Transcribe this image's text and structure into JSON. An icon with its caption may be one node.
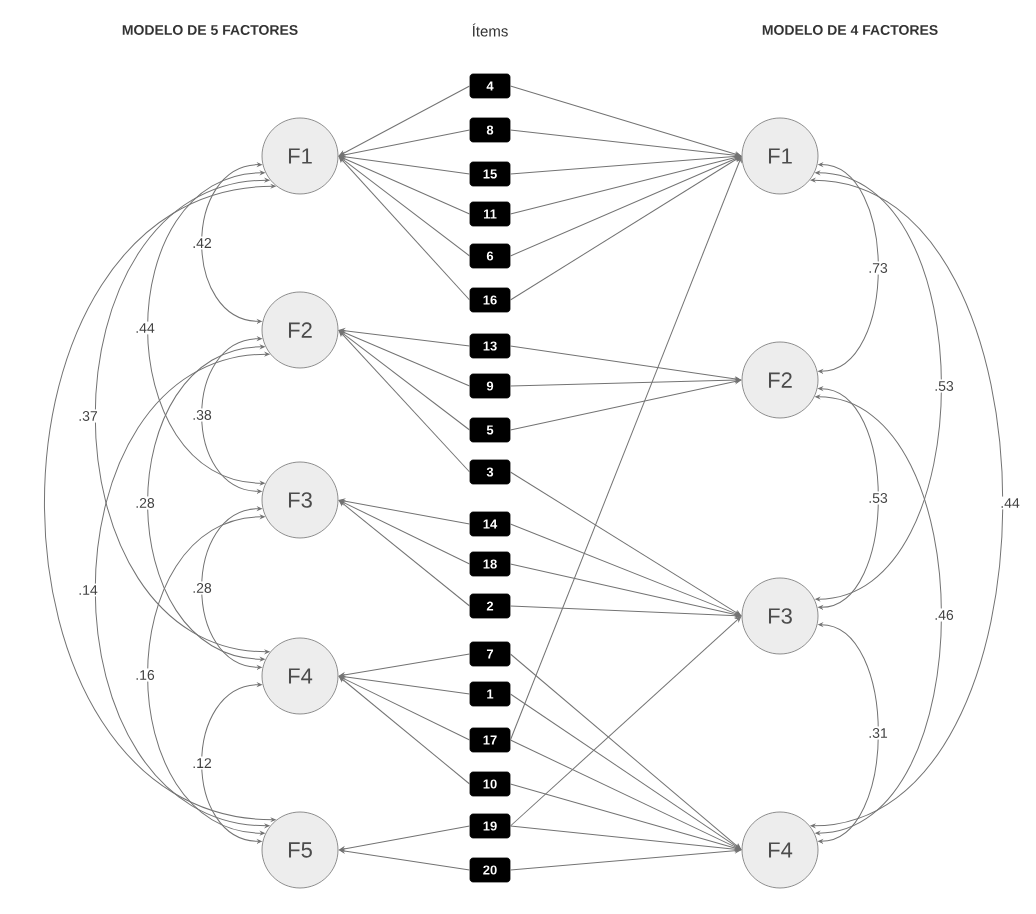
{
  "diagram": {
    "nodes": [
      {
        "text": [
          "F1"
        ]
      },
      {
        "text": [
          "F2"
        ]
      },
      {
        "text": [
          "F3"
        ]
      },
      {
        "text": [
          "F4"
        ]
      },
      {
        "text": [
          "F5"
        ]
      },
      {
        "text": [
          "4"
        ]
      },
      {
        "text": [
          "8"
        ]
      },
      {
        "text": [
          "15"
        ]
      },
      {
        "text": [
          "11"
        ]
      },
      {
        "text": [
          "6"
        ]
      },
      {
        "text": [
          "16"
        ]
      },
      {
        "text": [
          "13"
        ]
      },
      {
        "text": [
          "9"
        ]
      },
      {
        "text": [
          "5"
        ]
      },
      {
        "text": [
          "3"
        ]
      },
      {
        "text": [
          "14"
        ]
      },
      {
        "text": [
          "18"
        ]
      },
      {
        "text": [
          "2"
        ]
      },
      {
        "text": [
          "7"
        ]
      },
      {
        "text": [
          "1"
        ]
      },
      {
        "text": [
          "17"
        ]
      },
      {
        "text": [
          "10"
        ]
      },
      {
        "text": [
          "19"
        ]
      },
      {
        "text": [
          "20"
        ]
      },
      {
        "text": [
          "F1"
        ]
      },
      {
        "text": [
          "F2"
        ]
      },
      {
        "text": [
          "F3"
        ]
      },
      {
        "text": [
          "F4"
        ]
      }
    ],
    "edges": [
      {
        "from": 5,
        "to": 0,
        "arrow": "to"
      },
      {
        "from": 6,
        "to": 0,
        "arrow": "to"
      },
      {
        "from": 7,
        "to": 0,
        "arrow": "to"
      },
      {
        "from": 8,
        "to": 0,
        "arrow": "to"
      },
      {
        "from": 9,
        "to": 0,
        "arrow": "to"
      },
      {
        "from": 10,
        "to": 0,
        "arrow": "to"
      },
      {
        "from": 11,
        "to": 1,
        "arrow": "to"
      },
      {
        "from": 12,
        "to": 1,
        "arrow": "to"
      },
      {
        "from": 13,
        "to": 1,
        "arrow": "to"
      },
      {
        "from": 14,
        "to": 1,
        "arrow": "to"
      },
      {
        "from": 15,
        "to": 2,
        "arrow": "to"
      },
      {
        "from": 16,
        "to": 2,
        "arrow": "to"
      },
      {
        "from": 17,
        "to": 2,
        "arrow": "to"
      },
      {
        "from": 18,
        "to": 3,
        "arrow": "to"
      },
      {
        "from": 19,
        "to": 3,
        "arrow": "to"
      },
      {
        "from": 20,
        "to": 3,
        "arrow": "to"
      },
      {
        "from": 21,
        "to": 3,
        "arrow": "to"
      },
      {
        "from": 22,
        "to": 4,
        "arrow": "to"
      },
      {
        "from": 23,
        "to": 4,
        "arrow": "to"
      },
      {
        "from": 5,
        "to": 24,
        "arrow": "to"
      },
      {
        "from": 6,
        "to": 24,
        "arrow": "to"
      },
      {
        "from": 7,
        "to": 24,
        "arrow": "to"
      },
      {
        "from": 8,
        "to": 24,
        "arrow": "to"
      },
      {
        "from": 9,
        "to": 24,
        "arrow": "to"
      },
      {
        "from": 10,
        "to": 24,
        "arrow": "to"
      },
      {
        "from": 20,
        "to": 24,
        "arrow": "to"
      },
      {
        "from": 11,
        "to": 25,
        "arrow": "to"
      },
      {
        "from": 12,
        "to": 25,
        "arrow": "to"
      },
      {
        "from": 13,
        "to": 25,
        "arrow": "to"
      },
      {
        "from": 14,
        "to": 26,
        "arrow": "to"
      },
      {
        "from": 15,
        "to": 26,
        "arrow": "to"
      },
      {
        "from": 16,
        "to": 26,
        "arrow": "to"
      },
      {
        "from": 17,
        "to": 26,
        "arrow": "to"
      },
      {
        "from": 22,
        "to": 26,
        "arrow": "to"
      },
      {
        "from": 18,
        "to": 27,
        "arrow": "to"
      },
      {
        "from": 19,
        "to": 27,
        "arrow": "to"
      },
      {
        "from": 20,
        "to": 27,
        "arrow": "to"
      },
      {
        "from": 21,
        "to": 27,
        "arrow": "to"
      },
      {
        "from": 22,
        "to": 27,
        "arrow": "to"
      },
      {
        "from": 23,
        "to": 27,
        "arrow": "to"
      },
      {
        "from": 0,
        "to": 1,
        "arrow": "both",
        "label": ".42"
      },
      {
        "from": 1,
        "to": 2,
        "arrow": "both",
        "label": ".38"
      },
      {
        "from": 2,
        "to": 3,
        "arrow": "both",
        "label": ".28"
      },
      {
        "from": 3,
        "to": 4,
        "arrow": "both",
        "label": ".12"
      },
      {
        "from": 0,
        "to": 2,
        "arrow": "both",
        "label": ".44"
      },
      {
        "from": 1,
        "to": 3,
        "arrow": "both",
        "label": ".28"
      },
      {
        "from": 2,
        "to": 4,
        "arrow": "both",
        "label": ".16"
      },
      {
        "from": 0,
        "to": 3,
        "arrow": "both",
        "label": ".37"
      },
      {
        "from": 1,
        "to": 4,
        "arrow": "both",
        "label": ".14"
      },
      {
        "from": 0,
        "to": 4,
        "arrow": "both"
      },
      {
        "from": 24,
        "to": 25,
        "arrow": "both",
        "label": ".73"
      },
      {
        "from": 25,
        "to": 26,
        "arrow": "both",
        "label": ".53"
      },
      {
        "from": 26,
        "to": 27,
        "arrow": "both",
        "label": ".31"
      },
      {
        "from": 24,
        "to": 26,
        "arrow": "both",
        "label": ".53"
      },
      {
        "from": 25,
        "to": 27,
        "arrow": "both",
        "label": ".46"
      },
      {
        "from": 24,
        "to": 27,
        "arrow": "both",
        "label": ".44"
      }
    ],
    "labels": [
      "MODELO DE 5 FACTORES",
      "Ítems",
      "MODELO DE 4 FACTORES"
    ]
  }
}
